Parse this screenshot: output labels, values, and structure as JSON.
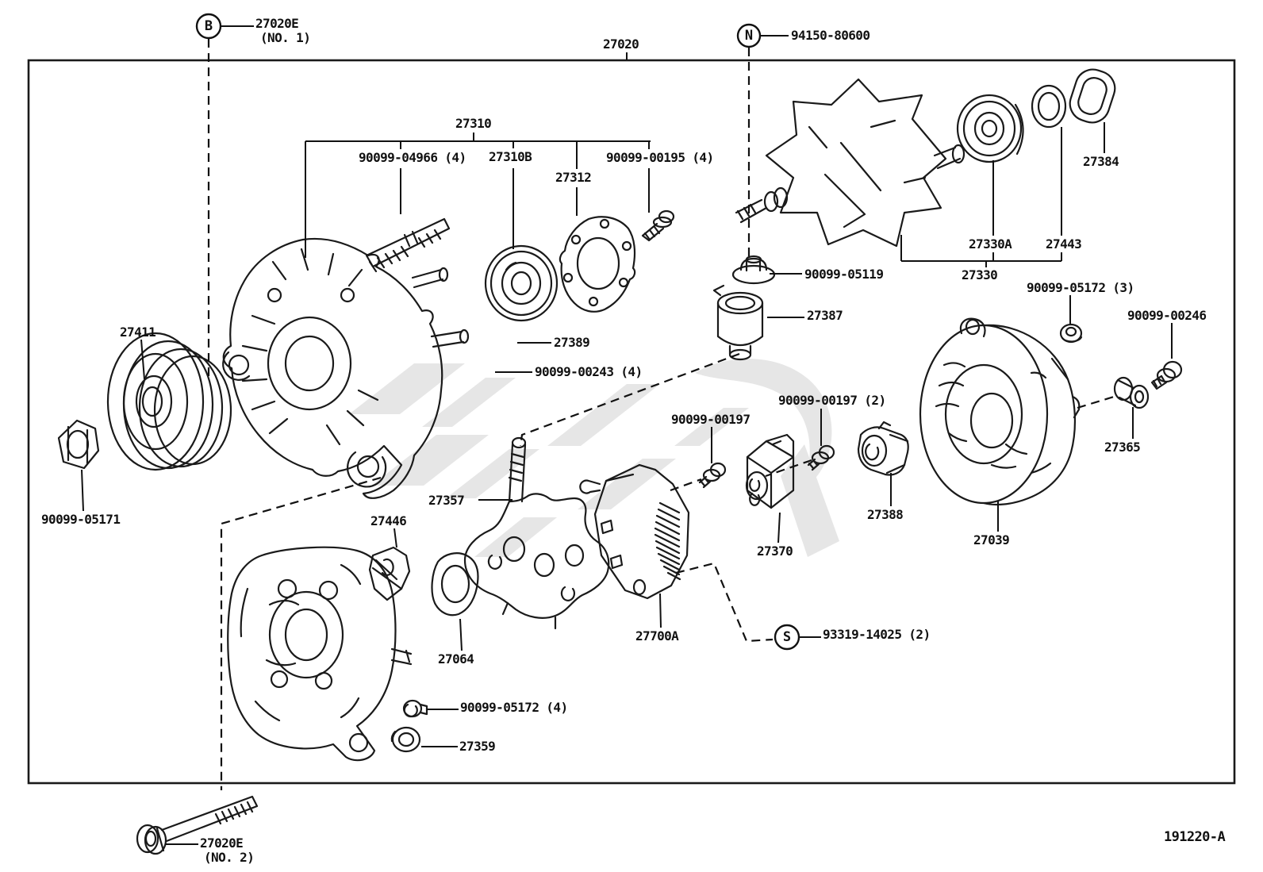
{
  "diagram": {
    "assembly_number": "27020",
    "sheet_code": "191220-A",
    "callout_markers": {
      "b": "B",
      "n": "N",
      "s": "S"
    },
    "labels": {
      "p27020e_no1": "27020E",
      "p27020e_no1_sub": "(NO. 1)",
      "p94150_80600": "94150-80600",
      "p27310": "27310",
      "p90099_04966": "90099-04966 (4)",
      "p27310b": "27310B",
      "p27312": "27312",
      "p90099_00195": "90099-00195 (4)",
      "p27384": "27384",
      "p27330a": "27330A",
      "p27443": "27443",
      "p27330": "27330",
      "p90099_05119": "90099-05119",
      "p27387": "27387",
      "p90099_05172_3": "90099-05172 (3)",
      "p90099_00246": "90099-00246",
      "p27411": "27411",
      "p90099_05171": "90099-05171",
      "p27389": "27389",
      "p90099_00243": "90099-00243 (4)",
      "p90099_00197": "90099-00197",
      "p90099_00197_2": "90099-00197 (2)",
      "p27365": "27365",
      "p27357": "27357",
      "p27446": "27446",
      "p27064": "27064",
      "p27700a": "27700A",
      "p27370": "27370",
      "p27388": "27388",
      "p27039": "27039",
      "p93319_14025": "93319-14025 (2)",
      "p90099_05172_4": "90099-05172 (4)",
      "p27359": "27359",
      "p27020e_no2": "27020E",
      "p27020e_no2_sub": "(NO. 2)"
    },
    "colors": {
      "line": "#1a1a1a",
      "watermark": "#d7d7d7",
      "background": "#ffffff"
    }
  }
}
